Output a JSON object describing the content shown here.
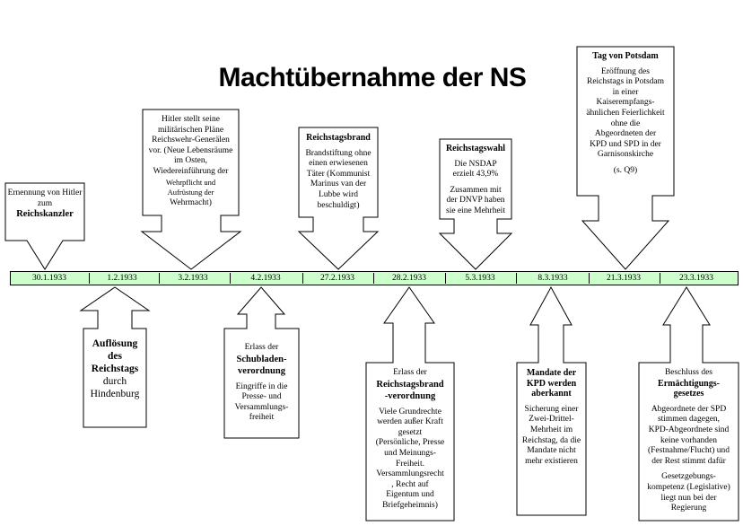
{
  "title": "Machtübernahme der NS",
  "dates": [
    "30.1.1933",
    "1.2.1933",
    "3.2.1933",
    "4.2.1933",
    "27.2.1933",
    "28.2.1933",
    "5.3.1933",
    "8.3.1933",
    "21.3.1933",
    "23.3.1933"
  ],
  "events": {
    "reichskanzler": {
      "pre": "Ernennung von Hitler zum",
      "head": "Reichskanzler"
    },
    "generaele": {
      "lines": [
        "Hitler stellt seine",
        "militärischen Pläne",
        "Reichswehr-Generälen",
        "vor. (Neue Lebensräume",
        "im Osten,",
        "Wiedereinführung der",
        "Wehrpflicht und",
        "Aufrüstung der",
        "Wehrmacht)"
      ]
    },
    "reichstagsbrand": {
      "head": "Reichstagsbrand",
      "lines": [
        "Brandstiftung ohne",
        "einen erwiesenen",
        "Täter (Kommunist",
        "Marinus van der",
        "Lubbe wird",
        "beschuldigt)"
      ]
    },
    "reichstagswahl": {
      "head": "Reichstagswahl",
      "lines1": [
        "Die NSDAP",
        "erzielt 43,9%"
      ],
      "lines2": [
        "Zusammen mit",
        "der DNVP haben",
        "sie eine Mehrheit"
      ]
    },
    "potsdam": {
      "head": "Tag von Potsdam",
      "lines": [
        "Eröffnung des",
        "Reichstags in Potsdam",
        "in einer",
        "Kaiserempfangs-",
        "ähnlichen Feierlichkeit",
        "ohne die",
        "Abgeordneten der",
        "KPD und SPD in der",
        "Garnisonskirche"
      ],
      "note": "(s. Q9)"
    },
    "aufloesung": {
      "head": [
        "Auflösung",
        "des",
        "Reichstags"
      ],
      "lines": [
        "durch",
        "Hindenburg"
      ]
    },
    "schubladen": {
      "pre": "Erlass der",
      "head": [
        "Schubladen-",
        "verordnung"
      ],
      "lines": [
        "Eingriffe in die",
        "Presse- und",
        "Versammlungs-",
        "freiheit"
      ]
    },
    "brandverordnung": {
      "pre": "Erlass der",
      "head": [
        "Reichstagsbrand",
        "-verordnung"
      ],
      "lines": [
        "Viele Grundrechte",
        "werden außer Kraft",
        "gesetzt",
        "(Persönliche, Presse",
        "und Meinungs-",
        "Freiheit.",
        "Versammlungsrecht",
        ", Recht auf",
        "Eigentum und",
        "Briefgeheimnis)"
      ]
    },
    "kpd": {
      "head": [
        "Mandate der",
        "KPD werden",
        "aberkannt"
      ],
      "lines": [
        "Sicherung einer",
        "Zwei-Drittel-",
        "Mehrheit im",
        "Reichstag, da die",
        "Mandate nicht",
        "mehr existieren"
      ]
    },
    "ermaechtigung": {
      "pre": "Beschluss des",
      "head": [
        "Ermächtigungs-",
        "gesetzes"
      ],
      "lines1": [
        "Abgeordnete der SPD",
        "stimmen dagegen,",
        "KPD-Abgeordnete sind",
        "keine vorhanden",
        "(Festnahme/Flucht) und",
        "der Rest stimmt dafür"
      ],
      "lines2": [
        "Gesetzgebungs-",
        "kompetenz (Legislative)",
        "liegt nun bei der",
        "Regierung"
      ]
    }
  }
}
